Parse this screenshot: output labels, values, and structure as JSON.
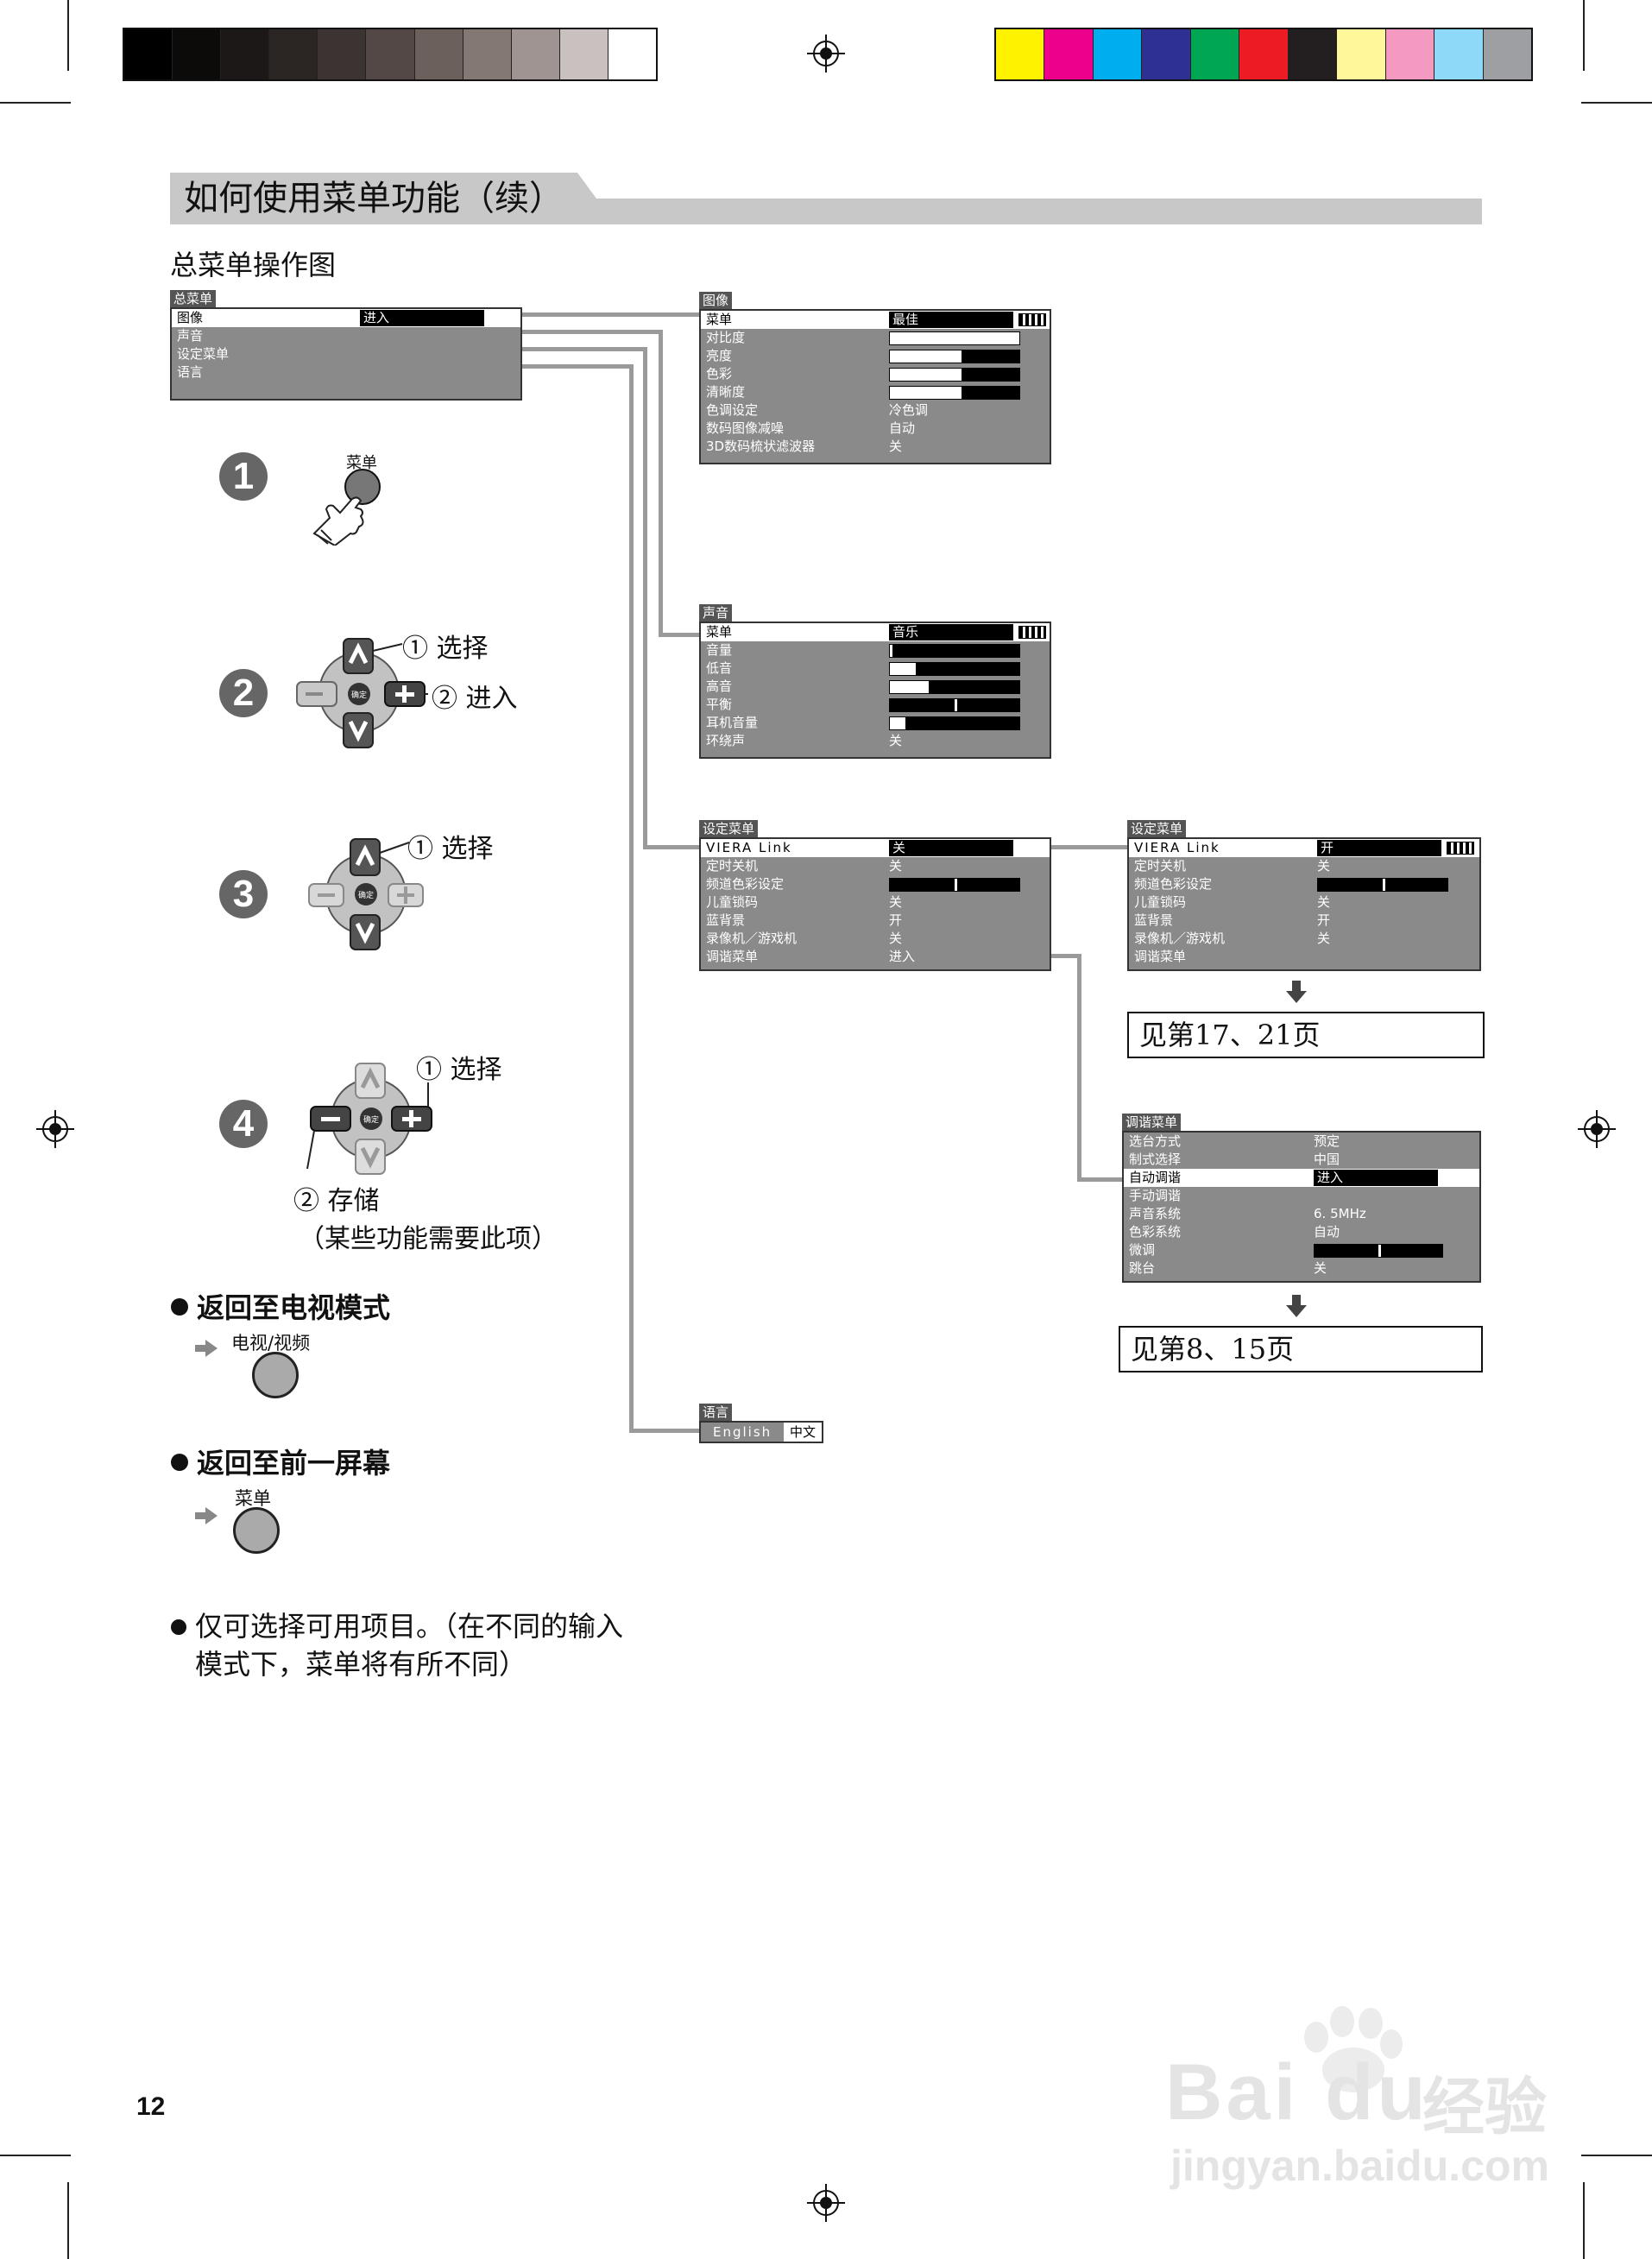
{
  "colors": {
    "grayscale": [
      "#000000",
      "#0d0b0a",
      "#1c1817",
      "#2b2523",
      "#3c3432",
      "#534845",
      "#6b605c",
      "#847874",
      "#9f9491",
      "#c9c1bf",
      "#ffffff"
    ],
    "process": [
      "#fff200",
      "#ec008c",
      "#00aeef",
      "#2e3192",
      "#00a651",
      "#ed1c24",
      "#231f20",
      "#fff799",
      "#f49ac1",
      "#8ed8f8",
      "#9d9fa2"
    ],
    "menu_bg": "#8a8a8a",
    "line": "#9a9a9a"
  },
  "title": "如何使用菜单功能（续）",
  "subtitle": "总菜单操作图",
  "main_menu": {
    "header": "总菜单",
    "items": [
      "图像",
      "声音",
      "设定菜单",
      "语言"
    ],
    "enter": "进入"
  },
  "picture_menu": {
    "header": "图像",
    "rows": [
      {
        "label": "菜单",
        "value": "最佳"
      },
      {
        "label": "对比度",
        "level": 1.0
      },
      {
        "label": "亮度",
        "level": 0.55
      },
      {
        "label": "色彩",
        "level": 0.55
      },
      {
        "label": "清晰度",
        "level": 0.55
      },
      {
        "label": "色调设定",
        "value": "冷色调"
      },
      {
        "label": "数码图像减噪",
        "value": "自动"
      },
      {
        "label": "3D数码梳状滤波器",
        "value": "关"
      }
    ]
  },
  "sound_menu": {
    "header": "声音",
    "rows": [
      {
        "label": "菜单",
        "value": "音乐"
      },
      {
        "label": "音量",
        "level": 0.02
      },
      {
        "label": "低音",
        "level": 0.2
      },
      {
        "label": "高音",
        "level": 0.3
      },
      {
        "label": "平衡",
        "mark": 0.5
      },
      {
        "label": "耳机音量",
        "level": 0.12
      },
      {
        "label": "环绕声",
        "value": "关"
      }
    ]
  },
  "setup_menu": {
    "header": "设定菜单",
    "rows": [
      {
        "label": "VIERA Link",
        "value": "关"
      },
      {
        "label": "定时关机",
        "value": "关"
      },
      {
        "label": "频道色彩设定",
        "mark": 0.5
      },
      {
        "label": "儿童锁码",
        "value": "关"
      },
      {
        "label": "蓝背景",
        "value": "开"
      },
      {
        "label": "录像机／游戏机",
        "value": "关"
      },
      {
        "label": "调谐菜单",
        "value": "进入"
      }
    ]
  },
  "setup_menu2": {
    "header": "设定菜单",
    "rows": [
      {
        "label": "VIERA Link",
        "value": "开"
      },
      {
        "label": "定时关机",
        "value": "关"
      },
      {
        "label": "频道色彩设定",
        "mark": 0.5
      },
      {
        "label": "儿童锁码",
        "value": "关"
      },
      {
        "label": "蓝背景",
        "value": "开"
      },
      {
        "label": "录像机／游戏机",
        "value": "关"
      },
      {
        "label": "调谐菜单",
        "value": ""
      }
    ]
  },
  "ref1": "见第17、21页",
  "tuning_menu": {
    "header": "调谐菜单",
    "rows": [
      {
        "label": "选台方式",
        "value": "预定"
      },
      {
        "label": "制式选择",
        "value": "中国"
      },
      {
        "label": "自动调谐",
        "value": "进入"
      },
      {
        "label": "手动调谐",
        "value": ""
      },
      {
        "label": "声音系统",
        "value": "6. 5MHz"
      },
      {
        "label": "色彩系统",
        "value": "自动"
      },
      {
        "label": "微调",
        "mark": 0.5
      },
      {
        "label": "跳台",
        "value": "关"
      }
    ]
  },
  "ref2": "见第8、15页",
  "language_menu": {
    "header": "语言",
    "options": [
      "English",
      "中文"
    ]
  },
  "steps": {
    "s1": {
      "num": "1",
      "button": "菜单"
    },
    "s2": {
      "num": "2",
      "sel": "① 选择",
      "enter": "② 进入",
      "ok": "确定"
    },
    "s3": {
      "num": "3",
      "sel": "① 选择",
      "ok": "确定"
    },
    "s4": {
      "num": "4",
      "sel": "① 选择",
      "store": "② 存储",
      "note": "（某些功能需要此项）",
      "ok": "确定"
    }
  },
  "return_tv": {
    "label": "返回至电视模式",
    "button": "电视/视频"
  },
  "return_prev": {
    "label": "返回至前一屏幕",
    "button": "菜单"
  },
  "note_line1": "仅可选择可用项目。（在不同的输入",
  "note_line2": "模式下，菜单将有所不同）",
  "page_number": "12",
  "watermark": {
    "brand": "Bai",
    "brand2": "du",
    "brand_cn": "经验",
    "url": "jingyan.baidu.com"
  }
}
